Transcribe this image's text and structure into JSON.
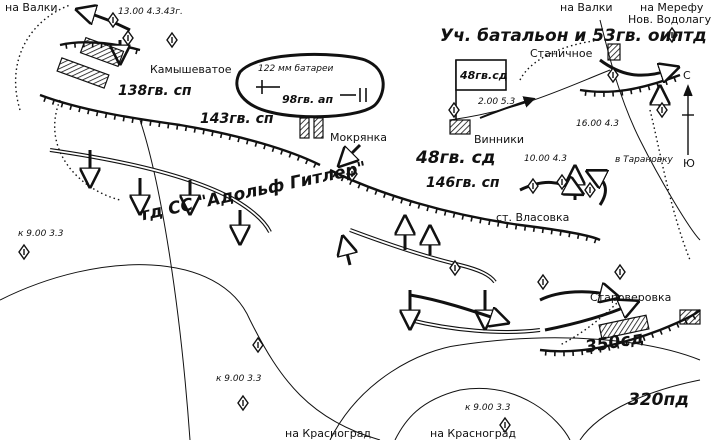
{
  "labels": {
    "time_13_00_4_3_43": "13.00 4.3.43г.",
    "kamyshevatoe": "Камышеватое",
    "div_138": "138гв. сп",
    "div_143": "143гв. сп",
    "battery_122": "122 мм батареи",
    "art_98": "98гв. ап",
    "mokryanka": "Мокрянка",
    "na_valki_left": "на Валки",
    "na_valki_right": "на Валки",
    "na_merefu": "на Мерефу",
    "nov_vodolagu": "Нов. Водолагу",
    "uch_battalion": "Уч. батальон и 53гв. оиптд",
    "stanichnoe": "Станичное",
    "div_48_flag": "48гв.сд",
    "time_2_00_5_3": "2.00 5.3",
    "vinniki": "Винники",
    "div_48_big": "48гв. сд",
    "time_16_00_4_3": "16.00 4.3",
    "time_10_00_4_3": "10.00 4.3",
    "v_taranovku": "в Тарановку",
    "div_146": "146гв. сп",
    "st_vlasovka": "ст. Власовка",
    "td_ss": "тд СС \"Адольф Гитлер\"",
    "time_9_00_3_3_a": "к 9.00 3.3",
    "time_9_00_3_3_b": "к 9.00 3.3",
    "time_9_00_3_3_c": "к 9.00 3.3",
    "staroverovka": "Староверовка",
    "div_350": "350сд",
    "div_320": "320пд",
    "na_krasnograd_a": "на Красноград",
    "na_krasnograd_b": "на Красноград",
    "compass_north": "С",
    "compass_south": "Ю"
  }
}
